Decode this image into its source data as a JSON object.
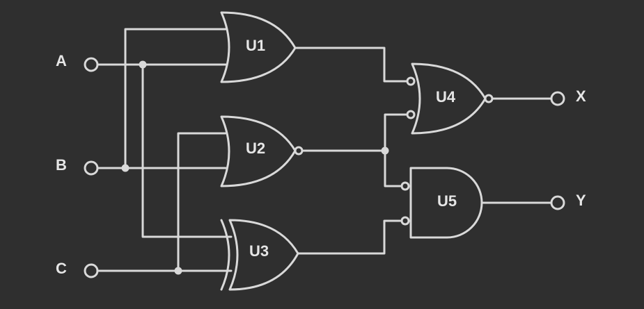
{
  "colors": {
    "background": "#2f2f2f",
    "stroke": "#d9d9d9",
    "text": "#e6e6e6"
  },
  "inputs": {
    "a": "A",
    "b": "B",
    "c": "C"
  },
  "outputs": {
    "x": "X",
    "y": "Y"
  },
  "gates": {
    "u1": {
      "label": "U1",
      "type": "OR"
    },
    "u2": {
      "label": "U2",
      "type": "NOR"
    },
    "u3": {
      "label": "U3",
      "type": "XOR"
    },
    "u4": {
      "label": "U4",
      "type": "NOR (inverted inputs)"
    },
    "u5": {
      "label": "U5",
      "type": "AND (inverted inputs)"
    }
  }
}
